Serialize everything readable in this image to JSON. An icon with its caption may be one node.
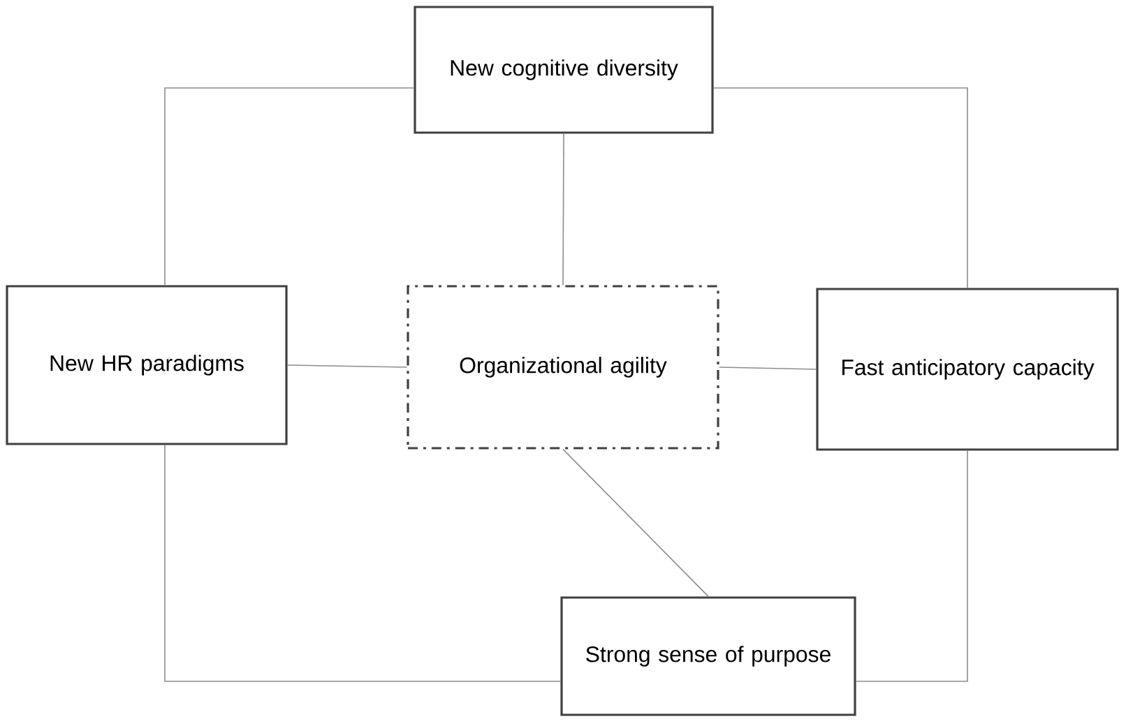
{
  "diagram": {
    "nodes": [
      {
        "text": [
          "New cognitive diversity"
        ]
      },
      {
        "text": [
          "New HR paradigms"
        ]
      },
      {
        "text": [
          "Organizational agility"
        ]
      },
      {
        "text": [
          "Fast anticipatory capacity"
        ]
      },
      {
        "text": [
          "Strong sense of purpose"
        ]
      }
    ],
    "edges": [
      {
        "from": 0,
        "to": 1,
        "arrow": "none"
      },
      {
        "from": 0,
        "to": 3,
        "arrow": "none"
      },
      {
        "from": 0,
        "to": 2,
        "arrow": "none"
      },
      {
        "from": 1,
        "to": 2,
        "arrow": "none"
      },
      {
        "from": 2,
        "to": 3,
        "arrow": "none"
      },
      {
        "from": 2,
        "to": 4,
        "arrow": "none"
      },
      {
        "from": 1,
        "to": 4,
        "arrow": "none"
      },
      {
        "from": 3,
        "to": 4,
        "arrow": "none"
      }
    ]
  }
}
